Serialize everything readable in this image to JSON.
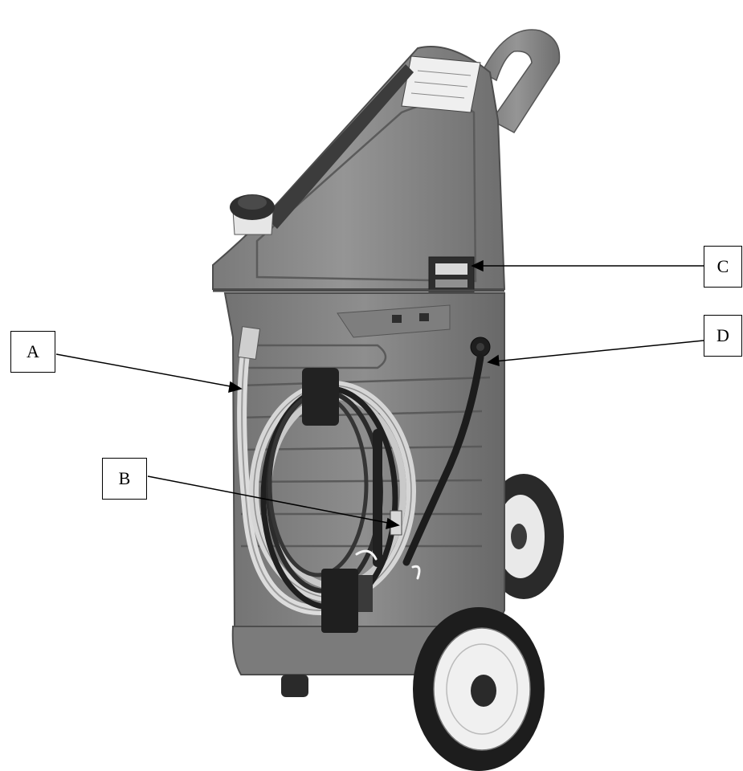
{
  "callouts": {
    "a": "A",
    "b": "B",
    "c": "C",
    "d": "D"
  },
  "colors": {
    "body": "#8a8a8a",
    "body_dark": "#6a6a6a",
    "hose": "#d8d8d8",
    "wheel": "#222222",
    "hub": "#f2f2f2",
    "line": "#000000"
  }
}
